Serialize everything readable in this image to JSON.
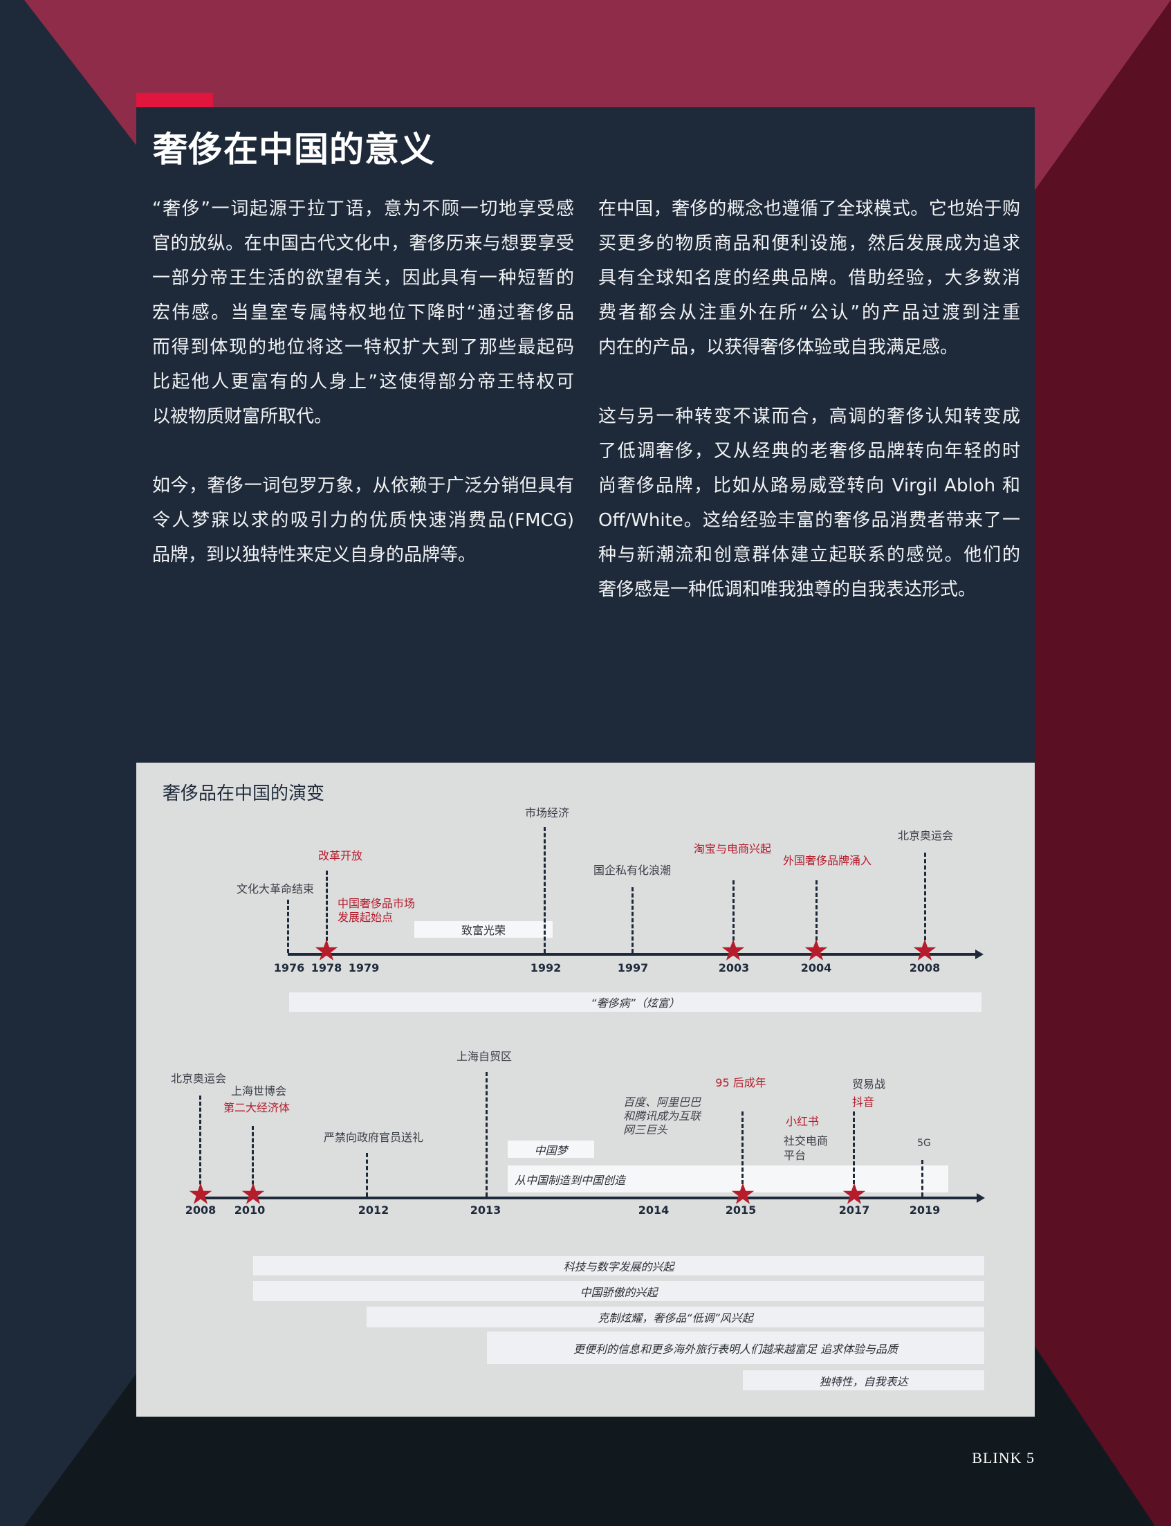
{
  "colors": {
    "maroon": "#8f2c4a",
    "dark_maroon": "#5a0f22",
    "navy": "#1e2a3a",
    "accent": "#e0163f",
    "star": "#b51c2c"
  },
  "article": {
    "title": "奢侈在中国的意义",
    "left_col": [
      [
        "“奢侈”一词起源于拉丁语，意为不顾一切地享受感",
        "官的放纵。在中国古代文化中，奢侈历来与想要享受",
        "一部分帝王生活的欲望有关，因此具有一种短暂的",
        "宏伟感。当皇室专属特权地位下降时“通过奢侈品",
        "而得到体现的地位将这一特权扩大到了那些最起码",
        "比起他人更富有的人身上”这使得部分帝王特权可",
        "以被物质财富所取代。"
      ],
      [
        "如今，奢侈一词包罗万象，从依赖于广泛分销但具有",
        "令人梦寐以求的吸引力的优质快速消费品(FMCG)",
        "品牌，到以独特性来定义自身的品牌等。"
      ]
    ],
    "right_col": [
      [
        "在中国，奢侈的概念也遵循了全球模式。它也始于购",
        "买更多的物质商品和便利设施，然后发展成为追求",
        "具有全球知名度的经典品牌。借助经验，大多数消",
        "费者都会从注重外在所“公认”的产品过渡到注重",
        "内在的产品，以获得奢侈体验或自我满足感。"
      ],
      [
        "这与另一种转变不谋而合，高调的奢侈认知转变成",
        "了低调奢侈，又从经典的老奢侈品牌转向年轻的时",
        "尚奢侈品牌，比如从路易威登转向 Virgil Abloh 和",
        "Off/White。这给经验丰富的奢侈品消费者带来了一",
        "种与新潮流和创意群体建立起联系的感觉。他们的",
        "奢侈感是一种低调和唯我独尊的自我表达形式。"
      ]
    ]
  },
  "timeline": {
    "title": "奢侈品在中国的演变",
    "row1": {
      "years": [
        "1976",
        "1978",
        "1979",
        "1992",
        "1997",
        "2003",
        "2004",
        "2008"
      ],
      "events": {
        "e1976": "文化大革命结束",
        "e1978": "改革开放",
        "e1978b": [
          "中国奢侈品市场",
          "发展起始点"
        ],
        "e1992": "市场经济",
        "e1997": "国企私有化浪潮",
        "e2003": "淘宝与电商兴起",
        "e2004": "外国奢侈品牌涌入",
        "e2008": "北京奥运会"
      },
      "bands": {
        "zhifu": "致富光荣",
        "shechibing": "“奢侈病”（炫富）"
      }
    },
    "row2": {
      "years": [
        "2008",
        "2010",
        "2012",
        "2013",
        "2014",
        "2015",
        "2017",
        "2019"
      ],
      "events": {
        "e2008": "北京奥运会",
        "e2010a": "上海世博会",
        "e2010b": "第二大经济体",
        "e2012": "严禁向政府官员送礼",
        "e2013": "上海自贸区",
        "e2014": [
          "百度、阿里巴巴",
          "和腾讯成为互联",
          "网三巨头"
        ],
        "e2015": "95 后成年",
        "e2016a": "小红书",
        "e2016b": [
          "社交电商",
          "平台"
        ],
        "e2017a": "贸易战",
        "e2017b": "抖音",
        "e2019": "5G"
      },
      "bands": {
        "dream": "中国梦",
        "create": "从中国制造到中国创造"
      }
    },
    "trends": [
      "科技与数字发展的兴起",
      "中国骄傲的兴起",
      "克制炫耀，奢侈品“低调”风兴起",
      "更便利的信息和更多海外旅行表明人们越来越富足 追求体验与品质",
      "独特性，自我表达"
    ]
  },
  "footer": {
    "page": "BLINK 5"
  }
}
